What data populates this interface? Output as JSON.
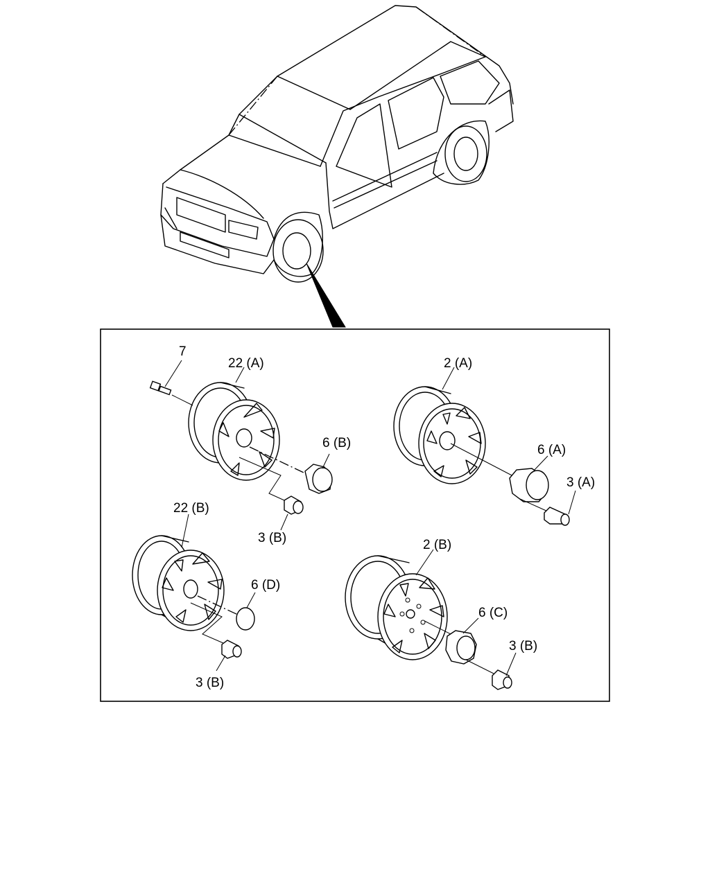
{
  "callouts": {
    "c7": "7",
    "c22a": "22 (A)",
    "c2a": "2 (A)",
    "c6b": "6 (B)",
    "c6a": "6 (A)",
    "c3a": "3 (A)",
    "c3b_1": "3 (B)",
    "c22b": "22 (B)",
    "c2b": "2 (B)",
    "c6d": "6 (D)",
    "c6c": "6 (C)",
    "c3b_2": "3 (B)",
    "c3b_3": "3 (B)"
  }
}
